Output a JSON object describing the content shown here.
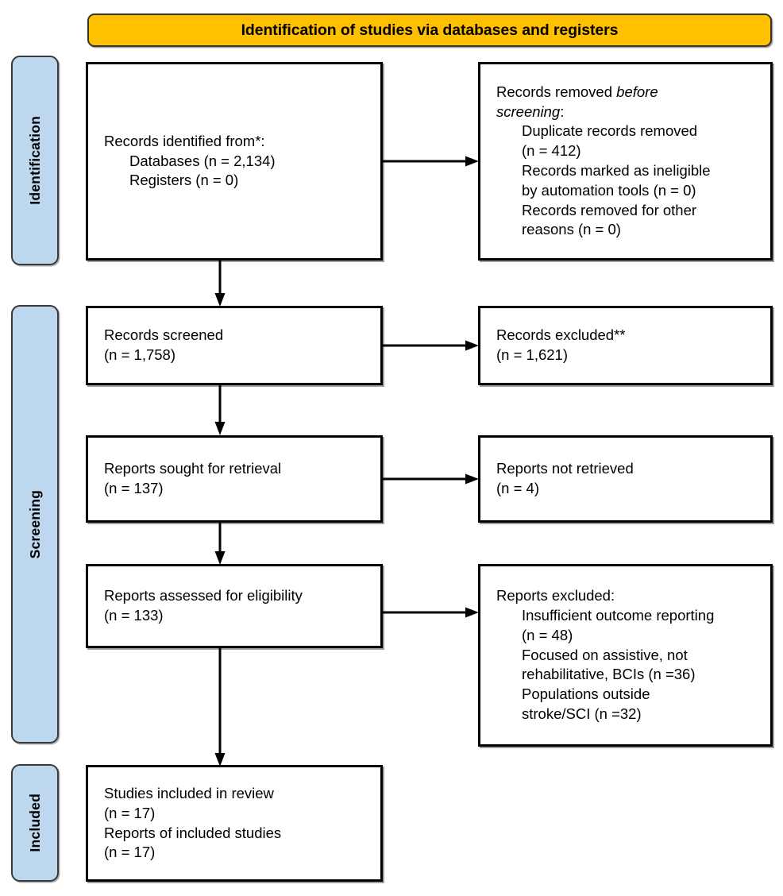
{
  "banner": {
    "title": "Identification of studies via databases and registers",
    "fill": "#FFC000",
    "border": "#3a3226"
  },
  "stages": [
    {
      "id": "identification",
      "label": "Identification",
      "fill": "#BDD7EE"
    },
    {
      "id": "screening",
      "label": "Screening",
      "fill": "#BDD7EE"
    },
    {
      "id": "included",
      "label": "Included",
      "fill": "#BDD7EE"
    }
  ],
  "boxes": {
    "identified": {
      "line1": "Records identified from*:",
      "line2": "Databases (n = 2,134)",
      "line3": "Registers (n = 0)"
    },
    "removed": {
      "line1a": "Records removed ",
      "line1b": "before",
      "line2a": "screening",
      "line2b": ":",
      "line3": "Duplicate records removed",
      "line4": "(n = 412)",
      "line5": "Records marked as ineligible",
      "line6": "by automation tools (n = 0)",
      "line7": "Records removed for other",
      "line8": "reasons (n = 0)"
    },
    "screened": {
      "line1": "Records screened",
      "line2": "(n = 1,758)"
    },
    "excluded": {
      "line1": "Records excluded**",
      "line2": "(n = 1,621)"
    },
    "sought": {
      "line1": "Reports sought for retrieval",
      "line2": "(n = 137)"
    },
    "notretrieved": {
      "line1": "Reports not retrieved",
      "line2": "(n = 4)"
    },
    "assessed": {
      "line1": "Reports assessed for eligibility",
      "line2": "(n = 133)"
    },
    "reportsexcluded": {
      "line1": "Reports excluded:",
      "line2": "Insufficient outcome reporting",
      "line3": "(n = 48)",
      "line4": "Focused on assistive, not",
      "line5": "rehabilitative, BCIs (n =36)",
      "line6": "Populations outside",
      "line7": "stroke/SCI (n =32)"
    },
    "included": {
      "line1": "Studies included in review",
      "line2": "(n = 17)",
      "line3": "Reports of included studies",
      "line4": "(n = 17)"
    }
  },
  "flow_data": {
    "type": "prisma-flow",
    "identified_databases": 2134,
    "identified_registers": 0,
    "duplicates_removed": 412,
    "marked_ineligible_automation": 0,
    "removed_other_reasons": 0,
    "records_screened": 1758,
    "records_excluded": 1621,
    "reports_sought": 137,
    "reports_not_retrieved": 4,
    "reports_assessed": 133,
    "excluded_insufficient_outcome_reporting": 48,
    "excluded_assistive_not_rehabilitative_bcis": 36,
    "excluded_populations_outside_stroke_sci": 32,
    "studies_included": 17,
    "reports_of_included_studies": 17
  }
}
